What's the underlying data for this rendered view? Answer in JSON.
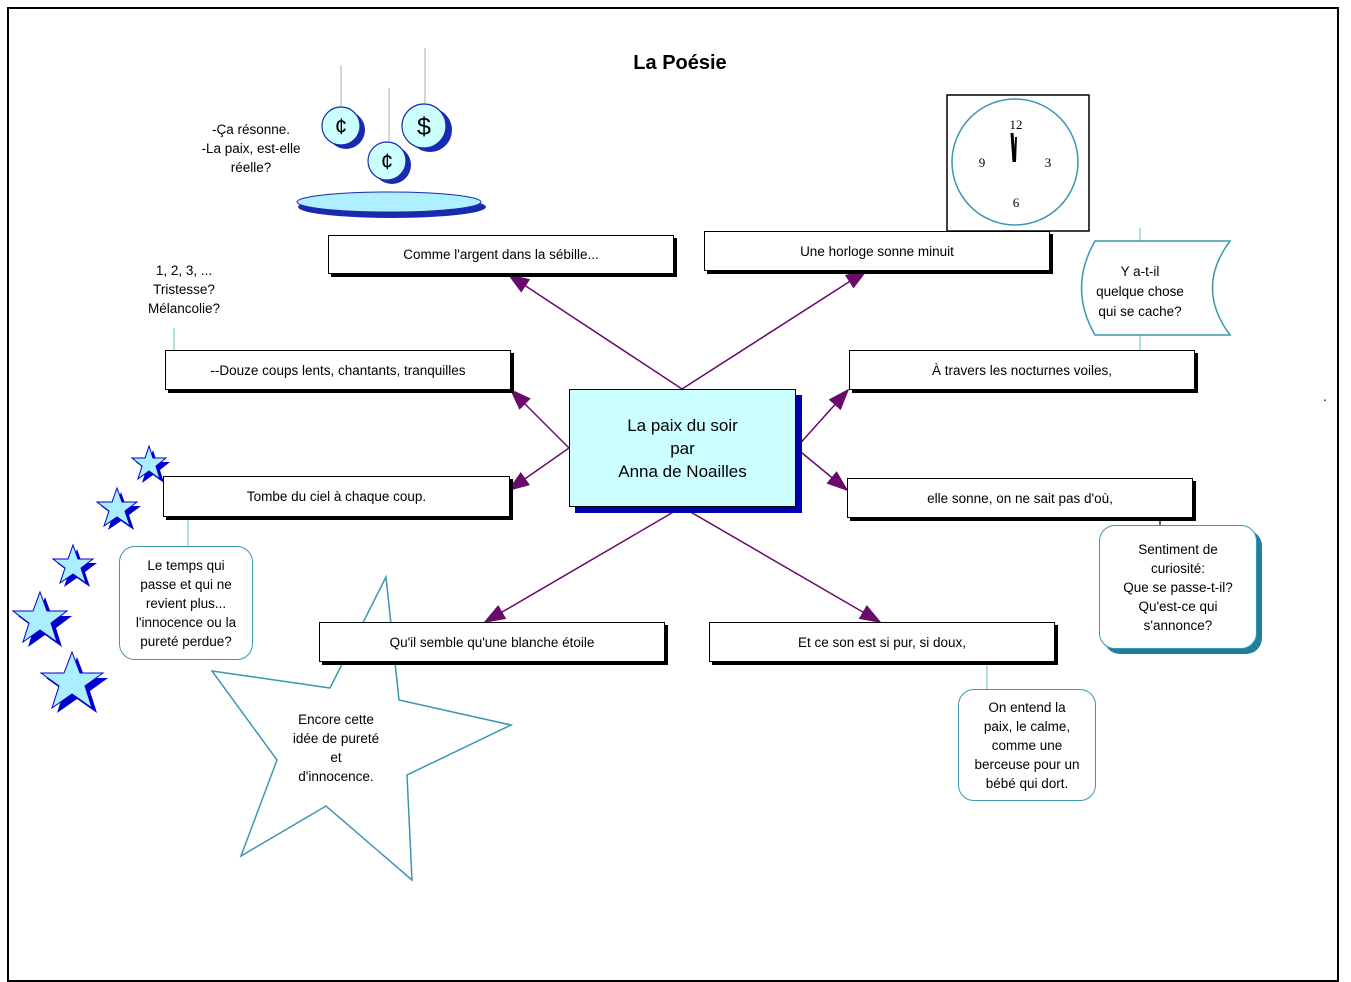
{
  "title": "La Poésie",
  "center": {
    "line1": "La paix du soir",
    "line2": "par",
    "line3": "Anna de Noailles"
  },
  "verses": {
    "v1": "Comme l'argent dans la sébille...",
    "v2": "Une horloge sonne minuit",
    "v3": "--Douze coups lents, chantants, tranquilles",
    "v4": "À travers les nocturnes voiles,",
    "v5": "Tombe du ciel à chaque coup.",
    "v6": "elle sonne, on ne sait pas d'où,",
    "v7": "Qu'il semble qu'une blanche étoile",
    "v8": "Et ce son est si pur, si doux,"
  },
  "notes": {
    "coins": {
      "l1": "-Ça résonne.",
      "l2": "-La paix, est-elle",
      "l3": "réelle?"
    },
    "count": {
      "l1": "1, 2, 3, ...",
      "l2": "Tristesse?",
      "l3": "Mélancolie?"
    },
    "hidden": {
      "l1": "Y a-t-il",
      "l2": "quelque chose",
      "l3": "qui se cache?"
    },
    "time": {
      "l1": "Le temps qui",
      "l2": "passe et qui ne",
      "l3": "revient plus...",
      "l4": "l'innocence ou la",
      "l5": "pureté perdue?"
    },
    "curiosity": {
      "l1": "Sentiment de",
      "l2": "curiosité:",
      "l3": "Que se passe-t-il?",
      "l4": "Qu'est-ce qui",
      "l5": "s'annonce?"
    },
    "peace": {
      "l1": "On entend la",
      "l2": "paix, le calme,",
      "l3": "comme une",
      "l4": "berceuse pour un",
      "l5": "bébé qui dort."
    },
    "star": {
      "l1": "Encore cette",
      "l2": "idée de pureté",
      "l3": "et",
      "l4": "d'innocence."
    }
  },
  "coins": {
    "c1": "¢",
    "c2": "$",
    "c3": "¢"
  },
  "clock": {
    "n12": "12",
    "n3": "3",
    "n6": "6",
    "n9": "9"
  },
  "stray_dot": ".",
  "colors": {
    "arrow": "#6a0a6a",
    "center_fill": "#ccffff",
    "center_shadow": "#0000aa",
    "callout_border": "#3a98b0",
    "star_fill": "#aaeeff",
    "star_shadow": "#0000cc",
    "coin_fill": "#ccffff",
    "coin_dark": "#1a2ab0"
  },
  "icons": [
    "coin-icon",
    "clock-icon",
    "star-icon",
    "scroll-icon"
  ]
}
